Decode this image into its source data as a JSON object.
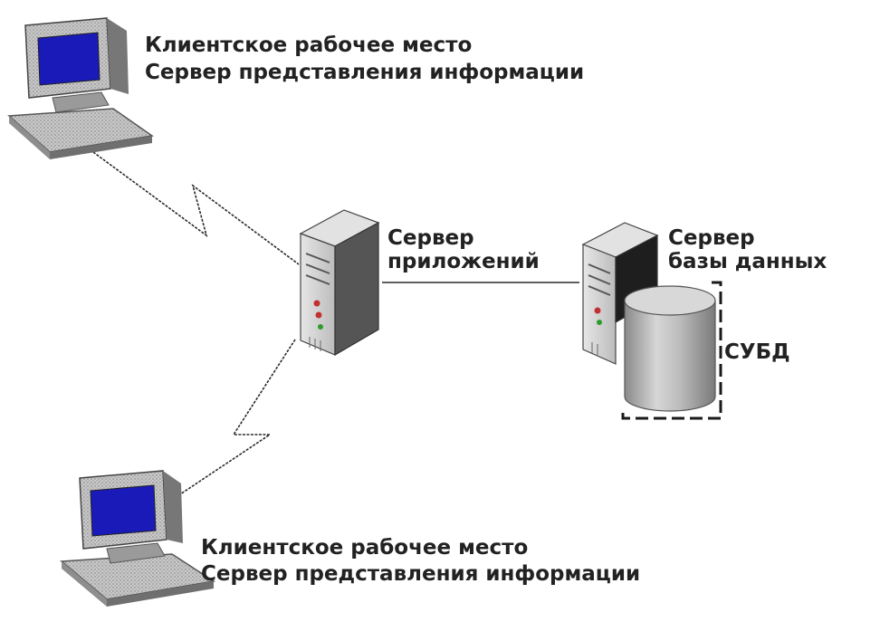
{
  "client_top": {
    "line1": "Клиентское рабочее место",
    "line2": "Сервер представления информации"
  },
  "client_bottom": {
    "line1": "Клиентское рабочее место",
    "line2": "Сервер представления информации"
  },
  "app_server": {
    "line1": "Сервер",
    "line2": "приложений"
  },
  "db_server": {
    "line1": "Сервер",
    "line2": "базы данных"
  },
  "dbms": {
    "label": "СУБД"
  },
  "colors": {
    "screen": "#1a1ab8",
    "case_light": "#d4d4d4",
    "case_dark": "#6c6c6c",
    "line": "#2a2a2a",
    "text": "#222222"
  }
}
